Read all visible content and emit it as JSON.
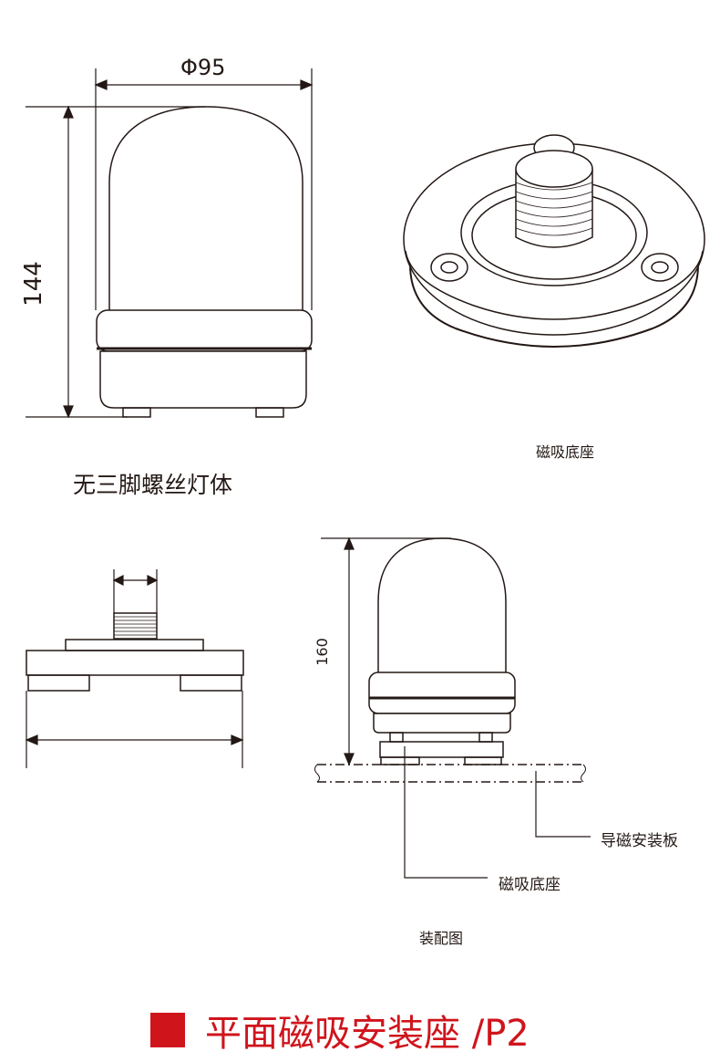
{
  "top_lamp": {
    "diameter_label": "Φ95",
    "height_label": "144",
    "caption": "无三脚螺丝灯体"
  },
  "magnetic_base": {
    "caption": "磁吸底座"
  },
  "assembly": {
    "height_label": "160",
    "leader_plate": "导磁安装板",
    "leader_base": "磁吸底座",
    "caption": "装配图"
  },
  "footer": {
    "title": "平面磁吸安装座 /P2",
    "accent_color": "#d0141c"
  }
}
